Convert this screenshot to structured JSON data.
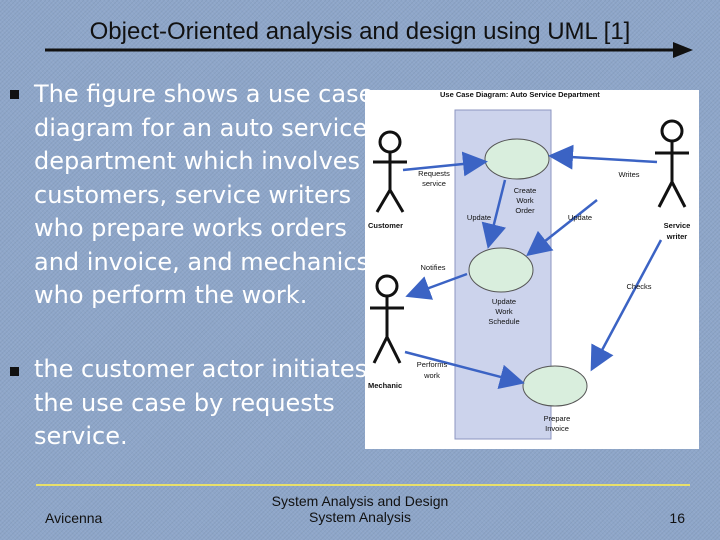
{
  "slide": {
    "title": "Object-Oriented analysis and design using UML [1]",
    "bullets": [
      {
        "text": "The figure shows a use case diagram  for an auto service department which involves customers, service writers who prepare works orders and invoice, and mechanics who perform the work."
      },
      {
        "text": "the customer actor initiates the use case by requests service."
      }
    ],
    "footer": {
      "left": "Avicenna",
      "center_line1": "System Analysis and Design",
      "center_line2": "System Analysis",
      "page_number": "16"
    }
  },
  "diagram": {
    "title": "Use Case Diagram: Auto Service Department",
    "actors": {
      "customer": "Customer",
      "service_writer_line1": "Service",
      "service_writer_line2": "writer",
      "mechanic": "Mechanic"
    },
    "use_cases": {
      "create_line1": "Create",
      "create_line2": "Work",
      "create_line3": "Order",
      "update_line1": "Update",
      "update_line2": "Work",
      "update_line3": "Schedule",
      "invoice_line1": "Prepare",
      "invoice_line2": "Invoice"
    },
    "relations": {
      "requests_line1": "Requests",
      "requests_line2": "service",
      "writes": "Writes",
      "update_left": "Update",
      "update_right": "Update",
      "notifies": "Notifies",
      "checks": "Checks",
      "performs_line1": "Performs",
      "performs_line2": "work"
    },
    "colors": {
      "system_box": "#ccd3ec",
      "use_case_fill": "#d9eedd",
      "arrow": "#3b63c4"
    }
  }
}
